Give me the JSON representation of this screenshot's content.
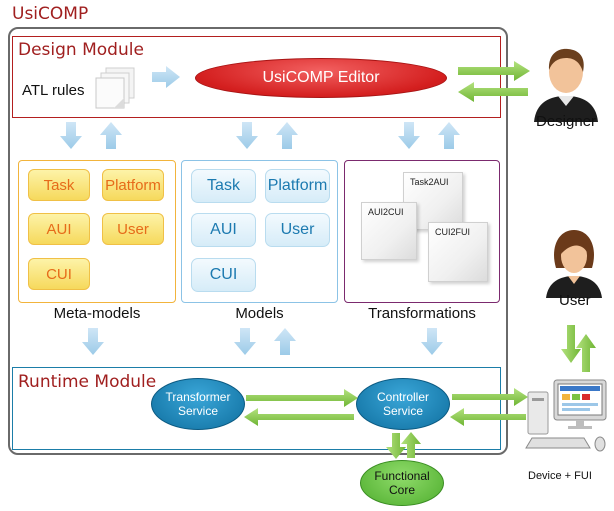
{
  "diagram": {
    "title": "UsiCOMP",
    "design_module": {
      "title": "Design Module",
      "atl_rules": "ATL rules",
      "editor": "UsiCOMP Editor"
    },
    "actors": {
      "designer": "Designer",
      "user": "User",
      "device": "Device + FUI"
    },
    "meta_models": {
      "caption": "Meta-models",
      "items": [
        "Task",
        "Platform",
        "AUI",
        "User",
        "CUI"
      ]
    },
    "models": {
      "caption": "Models",
      "items": [
        "Task",
        "Platform",
        "AUI",
        "User",
        "CUI"
      ]
    },
    "transformations": {
      "caption": "Transformations",
      "docs": [
        "Task2AUI",
        "AUI2CUI",
        "CUI2FUI"
      ]
    },
    "runtime_module": {
      "title": "Runtime Module",
      "transformer_service": [
        "Transformer",
        "Service"
      ],
      "controller_service": [
        "Controller",
        "Service"
      ],
      "functional_core": [
        "Functional",
        "Core"
      ]
    },
    "colors": {
      "module_title": "#a01f1f",
      "editor_fill": "#d92b2b",
      "service_fill": "#1a86bf",
      "core_fill": "#5cbf3a",
      "arrow_blue": "#a9d2ec",
      "arrow_green": "#7cc242"
    },
    "icons": [
      "designer-icon",
      "user-icon",
      "computer-icon",
      "document-stack-icon"
    ]
  }
}
